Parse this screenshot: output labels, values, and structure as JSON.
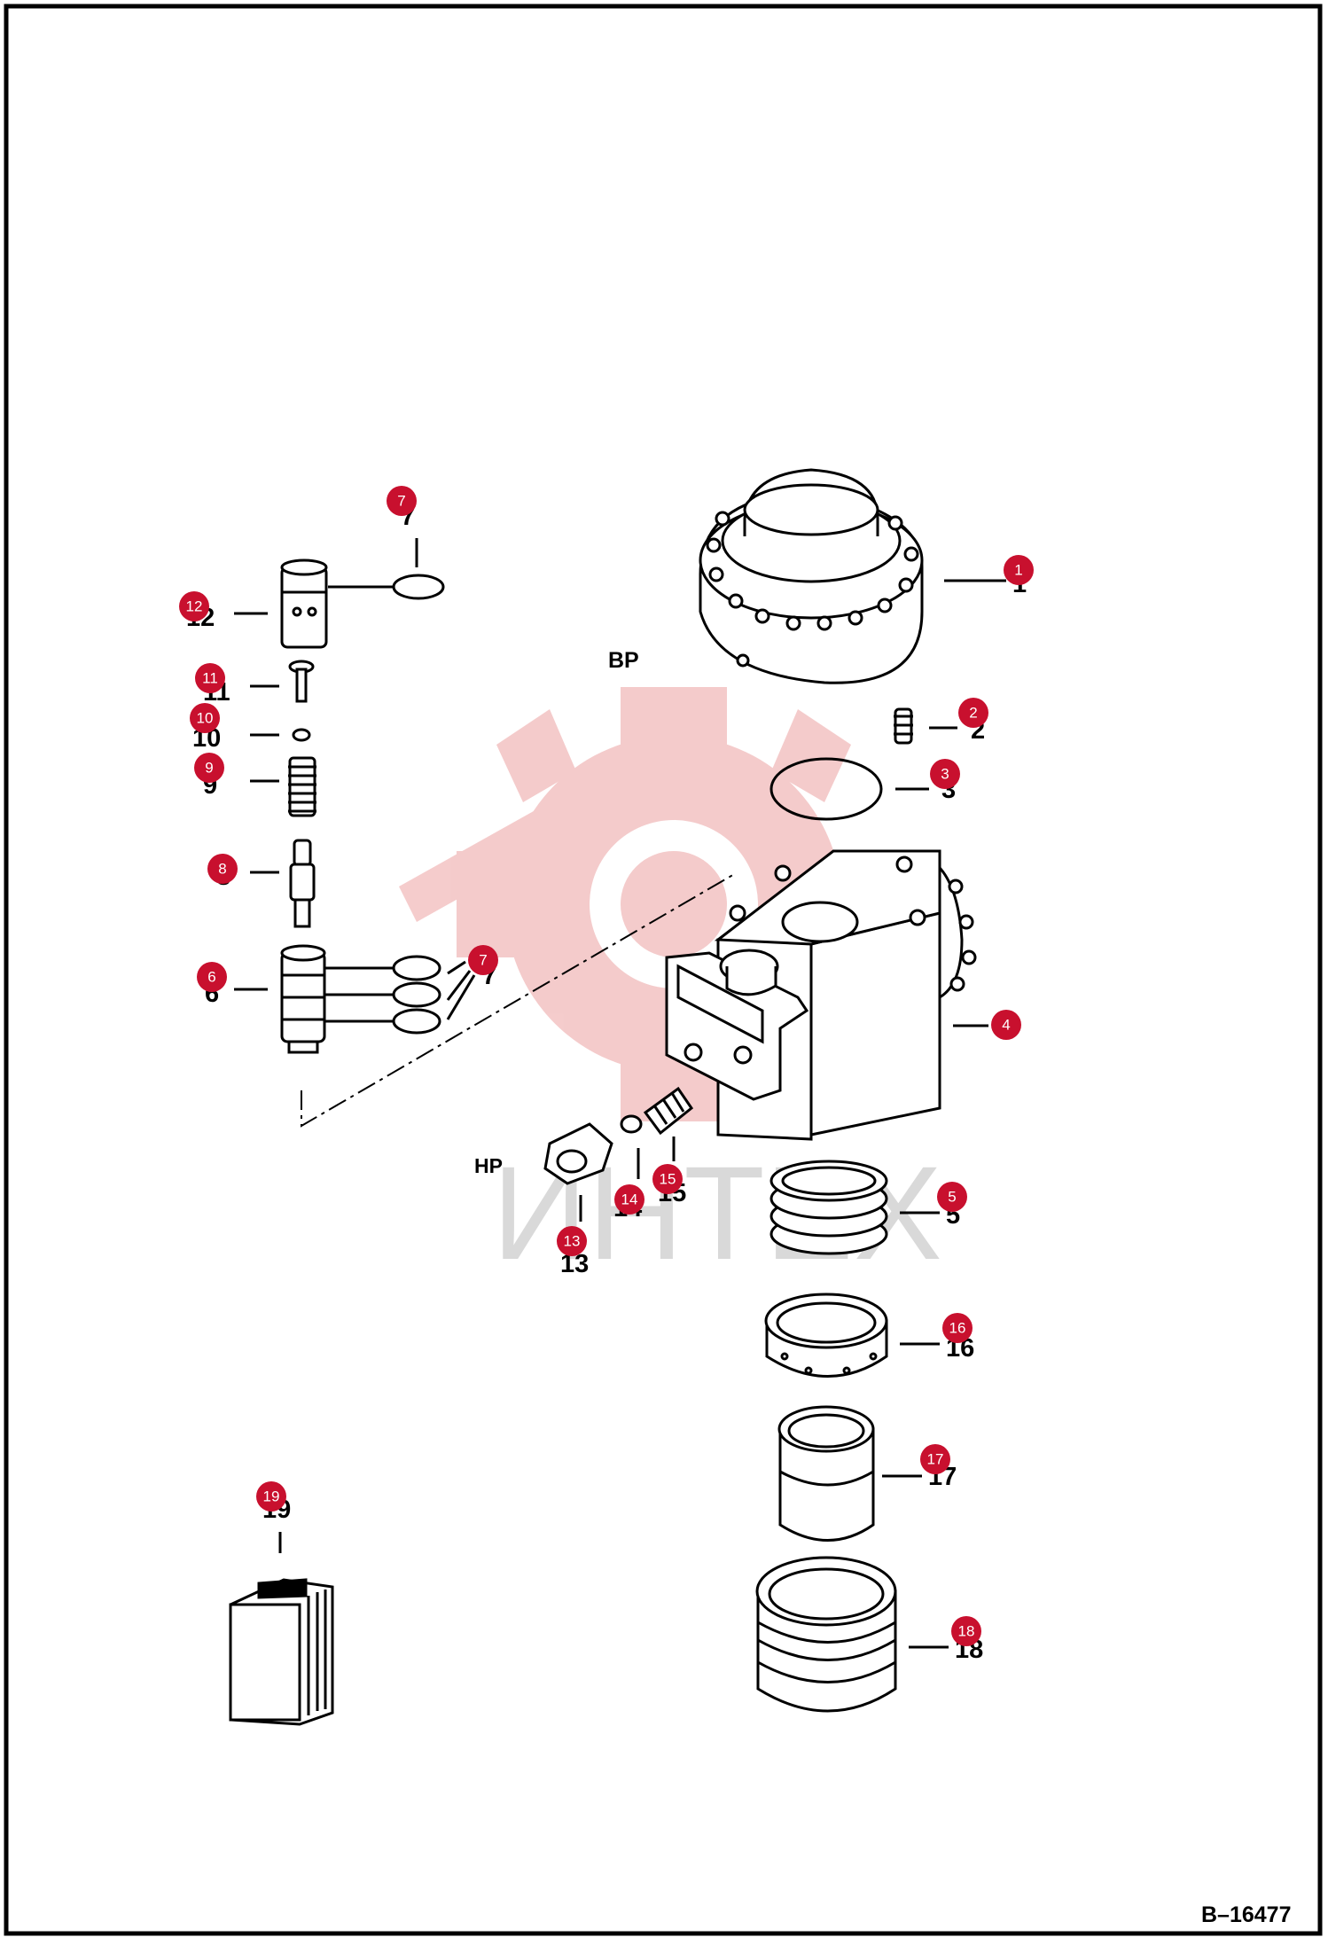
{
  "figure": {
    "id_label": "B–16477",
    "port_labels": {
      "bp": "BP",
      "hp": "HP"
    },
    "watermark_text": "ИНТЕХ"
  },
  "callouts": [
    {
      "key": "1",
      "badge": "1",
      "label": "1"
    },
    {
      "key": "2",
      "badge": "2",
      "label": "2"
    },
    {
      "key": "3",
      "badge": "3",
      "label": "3"
    },
    {
      "key": "4",
      "badge": "4",
      "label": "4"
    },
    {
      "key": "5",
      "badge": "5",
      "label": "5"
    },
    {
      "key": "6",
      "badge": "6",
      "label": "6"
    },
    {
      "key": "7a",
      "badge": "7",
      "label": "7"
    },
    {
      "key": "7b",
      "badge": "7",
      "label": "7"
    },
    {
      "key": "8",
      "badge": "8",
      "label": "8"
    },
    {
      "key": "9",
      "badge": "9",
      "label": "9"
    },
    {
      "key": "10",
      "badge": "10",
      "label": "10"
    },
    {
      "key": "11",
      "badge": "11",
      "label": "11"
    },
    {
      "key": "12",
      "badge": "12",
      "label": "12"
    },
    {
      "key": "13",
      "badge": "13",
      "label": "13"
    },
    {
      "key": "14",
      "badge": "14",
      "label": "14"
    },
    {
      "key": "15",
      "badge": "15",
      "label": "15"
    },
    {
      "key": "16",
      "badge": "16",
      "label": "16"
    },
    {
      "key": "17",
      "badge": "17",
      "label": "17"
    },
    {
      "key": "18",
      "badge": "18",
      "label": "18"
    },
    {
      "key": "19",
      "badge": "19",
      "label": "19"
    }
  ],
  "colors": {
    "badge_fill": "#c8102e",
    "watermark_red": "#f3c3c3",
    "line": "#000000"
  }
}
